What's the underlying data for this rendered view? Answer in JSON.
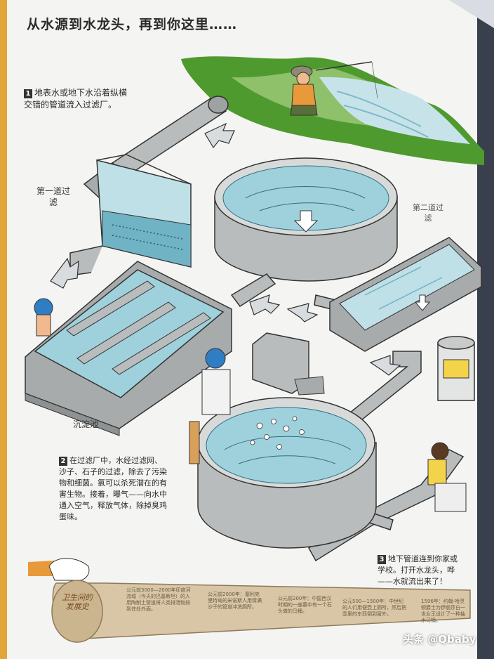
{
  "page": {
    "title": "从水源到水龙头，再到你这里……"
  },
  "steps": [
    {
      "number": "1",
      "text": "地表水或地下水沿着纵横交错的管道流入过滤厂。"
    },
    {
      "number": "2",
      "text": "在过滤厂中，水经过滤网、沙子、石子的过滤，除去了污染物和细菌。氯可以杀死潜在的有害生物。接着，曝气——向水中通入空气，释放气体，除掉臭鸡蛋味。"
    },
    {
      "number": "3",
      "text": "地下管道连到你家或学校。打开水龙头，哗——水就流出来了！"
    }
  ],
  "labels": {
    "first_filter": "第一道过滤",
    "second_filter": "第二道过滤",
    "settling_pool": "沉淀池"
  },
  "timeline": {
    "heading": "卫生间的发展史",
    "entries": [
      "公元前3000—2000年印度河流域（今天的巴基斯坦）的人用陶制土管道将人类排泄物排到住处外面。",
      "公元前2000年：塞利克里特岛的米诺斯人用情满沙子的管道冲洗厕所。",
      "公元前200年：中国西汉时期的一座墓中有一个石头做的马桶。",
      "公元500—1500年：中世纪的人们用便壶上厕所，然后把壶里的东西倒到窗外。",
      "1596年：约翰·哈灵顿爵士为伊丽莎白一世女王设计了一种抽水马桶。"
    ]
  },
  "watermark": "头条 @Qbaby",
  "colors": {
    "water": "#9fd1dc",
    "water_dark": "#6fb3c4",
    "concrete": "#b9bcbc",
    "concrete_dark": "#8e9292",
    "grass": "#4f9a2f",
    "paper": "#f3f3f1",
    "scroll": "#d8c6a6",
    "helmet": "#2f7dc2"
  }
}
